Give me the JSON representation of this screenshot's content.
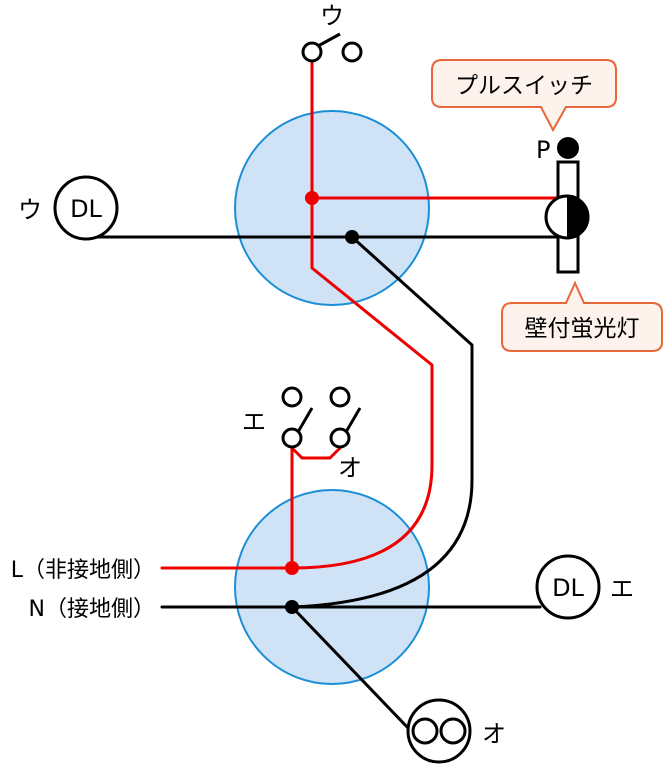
{
  "colors": {
    "hot": "#ee0000",
    "neutral": "#000000",
    "box_fill": "#d0e3f6",
    "box_stroke": "#1b8fd6",
    "callout_fill": "#fdf2ec",
    "callout_stroke": "#e8673a"
  },
  "switches": {
    "u": "ウ",
    "e": "エ",
    "o": "オ"
  },
  "lamps": {
    "dl_text": "DL",
    "dl_u_label": "ウ",
    "dl_e_label": "エ",
    "outlet_label": "オ"
  },
  "fluorescent": {
    "pull_label": "P"
  },
  "callouts": {
    "pull_switch": "プルスイッチ",
    "wall_fluorescent": "壁付蛍光灯"
  },
  "supply": {
    "line_label": "L（非接地側）",
    "neutral_label": "N（接地側）"
  },
  "icons": {
    "switch": "switch-icon",
    "downlight": "downlight-icon",
    "outlet": "outlet-icon",
    "fluorescent": "fluorescent-lamp-icon"
  }
}
